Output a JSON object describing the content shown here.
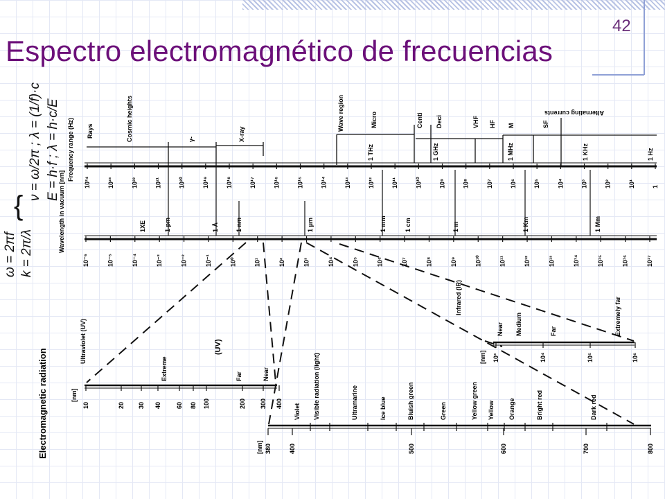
{
  "slide": {
    "title": "Espectro electromagnético de frecuencias",
    "page_number": "42"
  },
  "handwritten": {
    "line1": "ν = ω/2π ; λ = (1/f)·c",
    "line2": "E = h·f ; λ = h·c/E",
    "line3": "ω = 2πf",
    "line4": "k = 2π/λ"
  },
  "axes": {
    "frequency_label": "Frequency range (Hz)",
    "frequency_ticks": [
      "10²⁴",
      "10²³",
      "10²²",
      "10²¹",
      "10²⁰",
      "10¹⁹",
      "10¹⁸",
      "10¹⁷",
      "10¹⁶",
      "10¹⁵",
      "10¹⁴",
      "10¹³",
      "10¹²",
      "10¹¹",
      "10¹⁰",
      "10⁹",
      "10⁸",
      "10⁷",
      "10⁶",
      "10⁵",
      "10⁴",
      "10³",
      "10²",
      "10¹",
      "1"
    ],
    "frequency_marks": [
      "1 THz",
      "1 GHz",
      "1 MHz",
      "1 KHz",
      "1 Hz"
    ],
    "wavelength_label": "Wavelength in vacuum [nm]",
    "wavelength_ticks": [
      "10⁻⁶",
      "10⁻⁵",
      "10⁻⁴",
      "10⁻³",
      "10⁻²",
      "10⁻¹",
      "10⁰",
      "10¹",
      "10²",
      "10³",
      "10⁴",
      "10⁵",
      "10⁶",
      "10⁷",
      "10⁸",
      "10⁹",
      "10¹⁰",
      "10¹¹",
      "10¹²",
      "10¹³",
      "10¹⁴",
      "10¹⁵",
      "10¹⁶",
      "10¹⁷"
    ],
    "wavelength_marks": [
      "1XE",
      "1 pm",
      "1 Å",
      "1 nm",
      "1 μm",
      "1 mm",
      "1 cm",
      "1 m",
      "1 Km",
      "1 Mm"
    ]
  },
  "bands": {
    "rays": "Rays",
    "cosmic": "Cosmic heights",
    "gamma": "γ-",
    "xray": "X-ray",
    "wave_region": "Wave region",
    "micro": "Micro",
    "centi": "Centi",
    "deci": "Deci",
    "vhf": "VHF",
    "hf": "HF",
    "m": "M",
    "sf": "SF",
    "ac": "Alternating currents"
  },
  "uv": {
    "side_label": "Electromagnetic radiation",
    "title": "Ultraviolet (UV)",
    "short": "(UV)",
    "extreme": "Extreme",
    "far": "Far",
    "near": "Near",
    "unit": "[nm]",
    "ticks": [
      "10",
      "20",
      "30",
      "40",
      "60",
      "80",
      "100",
      "200",
      "300",
      "400"
    ]
  },
  "ir": {
    "title": "Infrared (IR)",
    "near": "Near",
    "medium": "Medium",
    "far": "Far",
    "extremely_far": "Extremely far",
    "unit": "[nm]",
    "ticks": [
      "10³",
      "10⁴",
      "10⁵",
      "10⁶"
    ]
  },
  "visible": {
    "unit": "[nm]",
    "bands": [
      "Violet",
      "Visible radiation (light)",
      "Ultramarine",
      "Ice blue",
      "Bluish green",
      "Green",
      "Yellow green",
      "Yellow",
      "Orange",
      "Bright red",
      "Dark red"
    ],
    "ticks": [
      "380",
      "400",
      "500",
      "600",
      "700",
      "800"
    ]
  }
}
